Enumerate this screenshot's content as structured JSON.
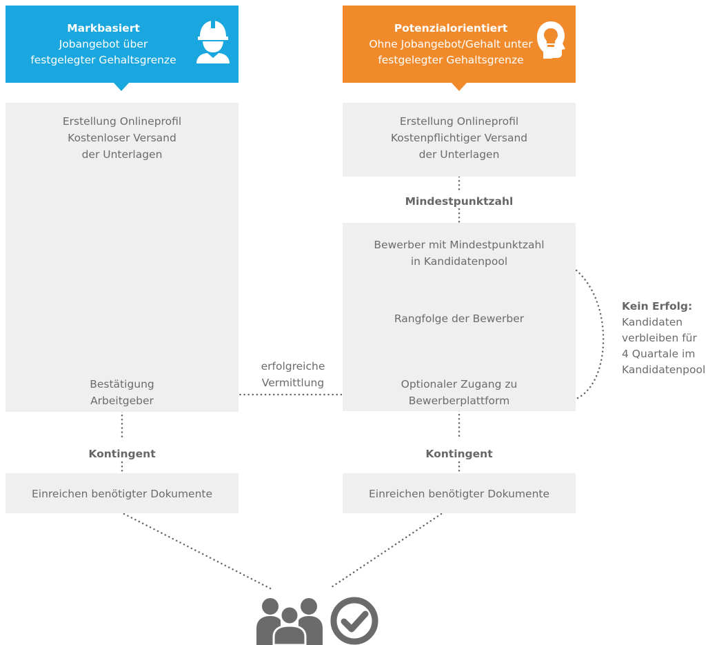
{
  "left_column": {
    "header": {
      "title": "Markbasiert",
      "line1": "Jobangebot über",
      "line2": "festgelegter Gehaltsgrenze",
      "icon": "worker-helmet-icon",
      "color": "#1aa6de"
    },
    "step1": [
      "Erstellung Onlineprofil",
      "Kostenloser Versand",
      "der Unterlagen"
    ],
    "step2": [
      "Bestätigung",
      "Arbeitgeber"
    ],
    "gate": "Kontingent",
    "final": "Einreichen benötigter Dokumente"
  },
  "right_column": {
    "header": {
      "title": "Potenzialorientiert",
      "line1": "Ohne Jobangebot/Gehalt unter",
      "line2": "festgelegter Gehaltsgrenze",
      "icon": "head-lightbulb-icon",
      "color": "#f18a2b"
    },
    "step1": [
      "Erstellung Onlineprofil",
      "Kostenpflichtiger Versand",
      "der Unterlagen"
    ],
    "gate1": "Mindestpunktzahl",
    "step2": [
      "Bewerber mit Mindestpunktzahl",
      "in Kandidatenpool"
    ],
    "step3": "Rangfolge der Bewerber",
    "step4": [
      "Optionaler Zugang zu",
      "Bewerberplattform"
    ],
    "gate2": "Kontingent",
    "final": "Einreichen benötigter Dokumente"
  },
  "connector": [
    "erfolgreiche",
    "Vermittlung"
  ],
  "feedback": {
    "bold": "Kein Erfolg:",
    "lines": [
      "Kandidaten",
      "verbleiben für",
      "4 Quartale im",
      "Kandidatenpool"
    ]
  },
  "bottom_icons": [
    "people-group-icon",
    "checkmark-circle-icon"
  ]
}
